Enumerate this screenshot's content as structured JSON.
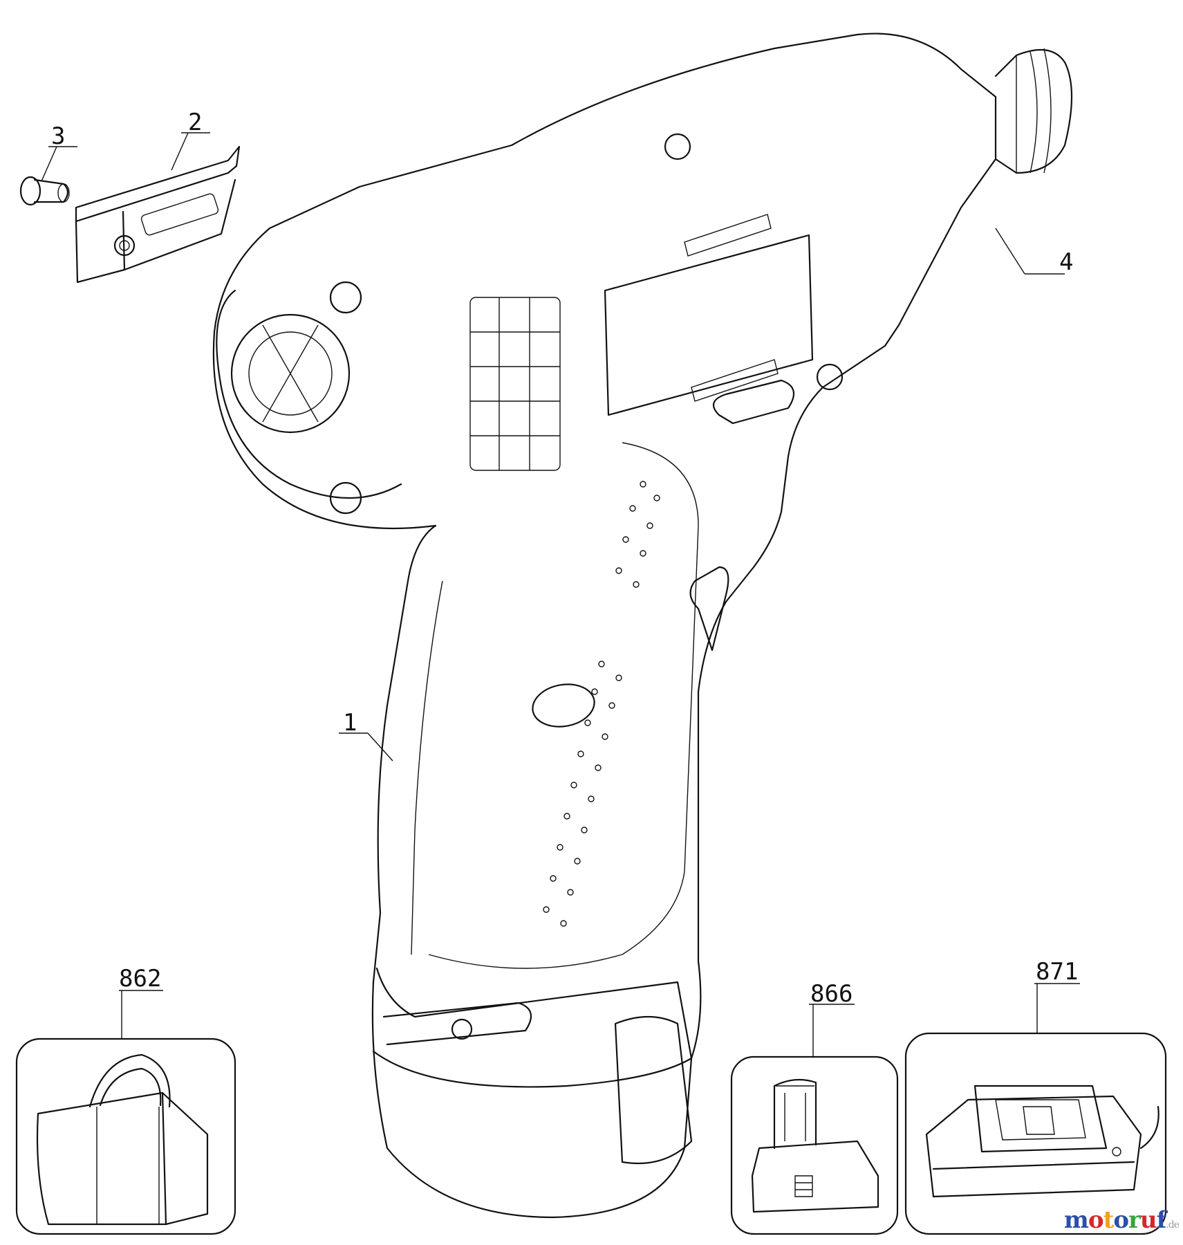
{
  "parts": [
    {
      "number": "1"
    },
    {
      "number": "2"
    },
    {
      "number": "3"
    },
    {
      "number": "4"
    },
    {
      "number": "862"
    },
    {
      "number": "866"
    },
    {
      "number": "871"
    }
  ],
  "watermark": {
    "brand_letters": [
      "m",
      "o",
      "t",
      "o",
      "r",
      "u",
      "f"
    ],
    "suffix": ".de",
    "colors": [
      "#2b4fa8",
      "#d6282b",
      "#f0a21c",
      "#2b4fa8",
      "#3aa040",
      "#d6282b",
      "#2b4fa8"
    ]
  },
  "colors": {
    "line": "#111111",
    "background": "#ffffff"
  }
}
